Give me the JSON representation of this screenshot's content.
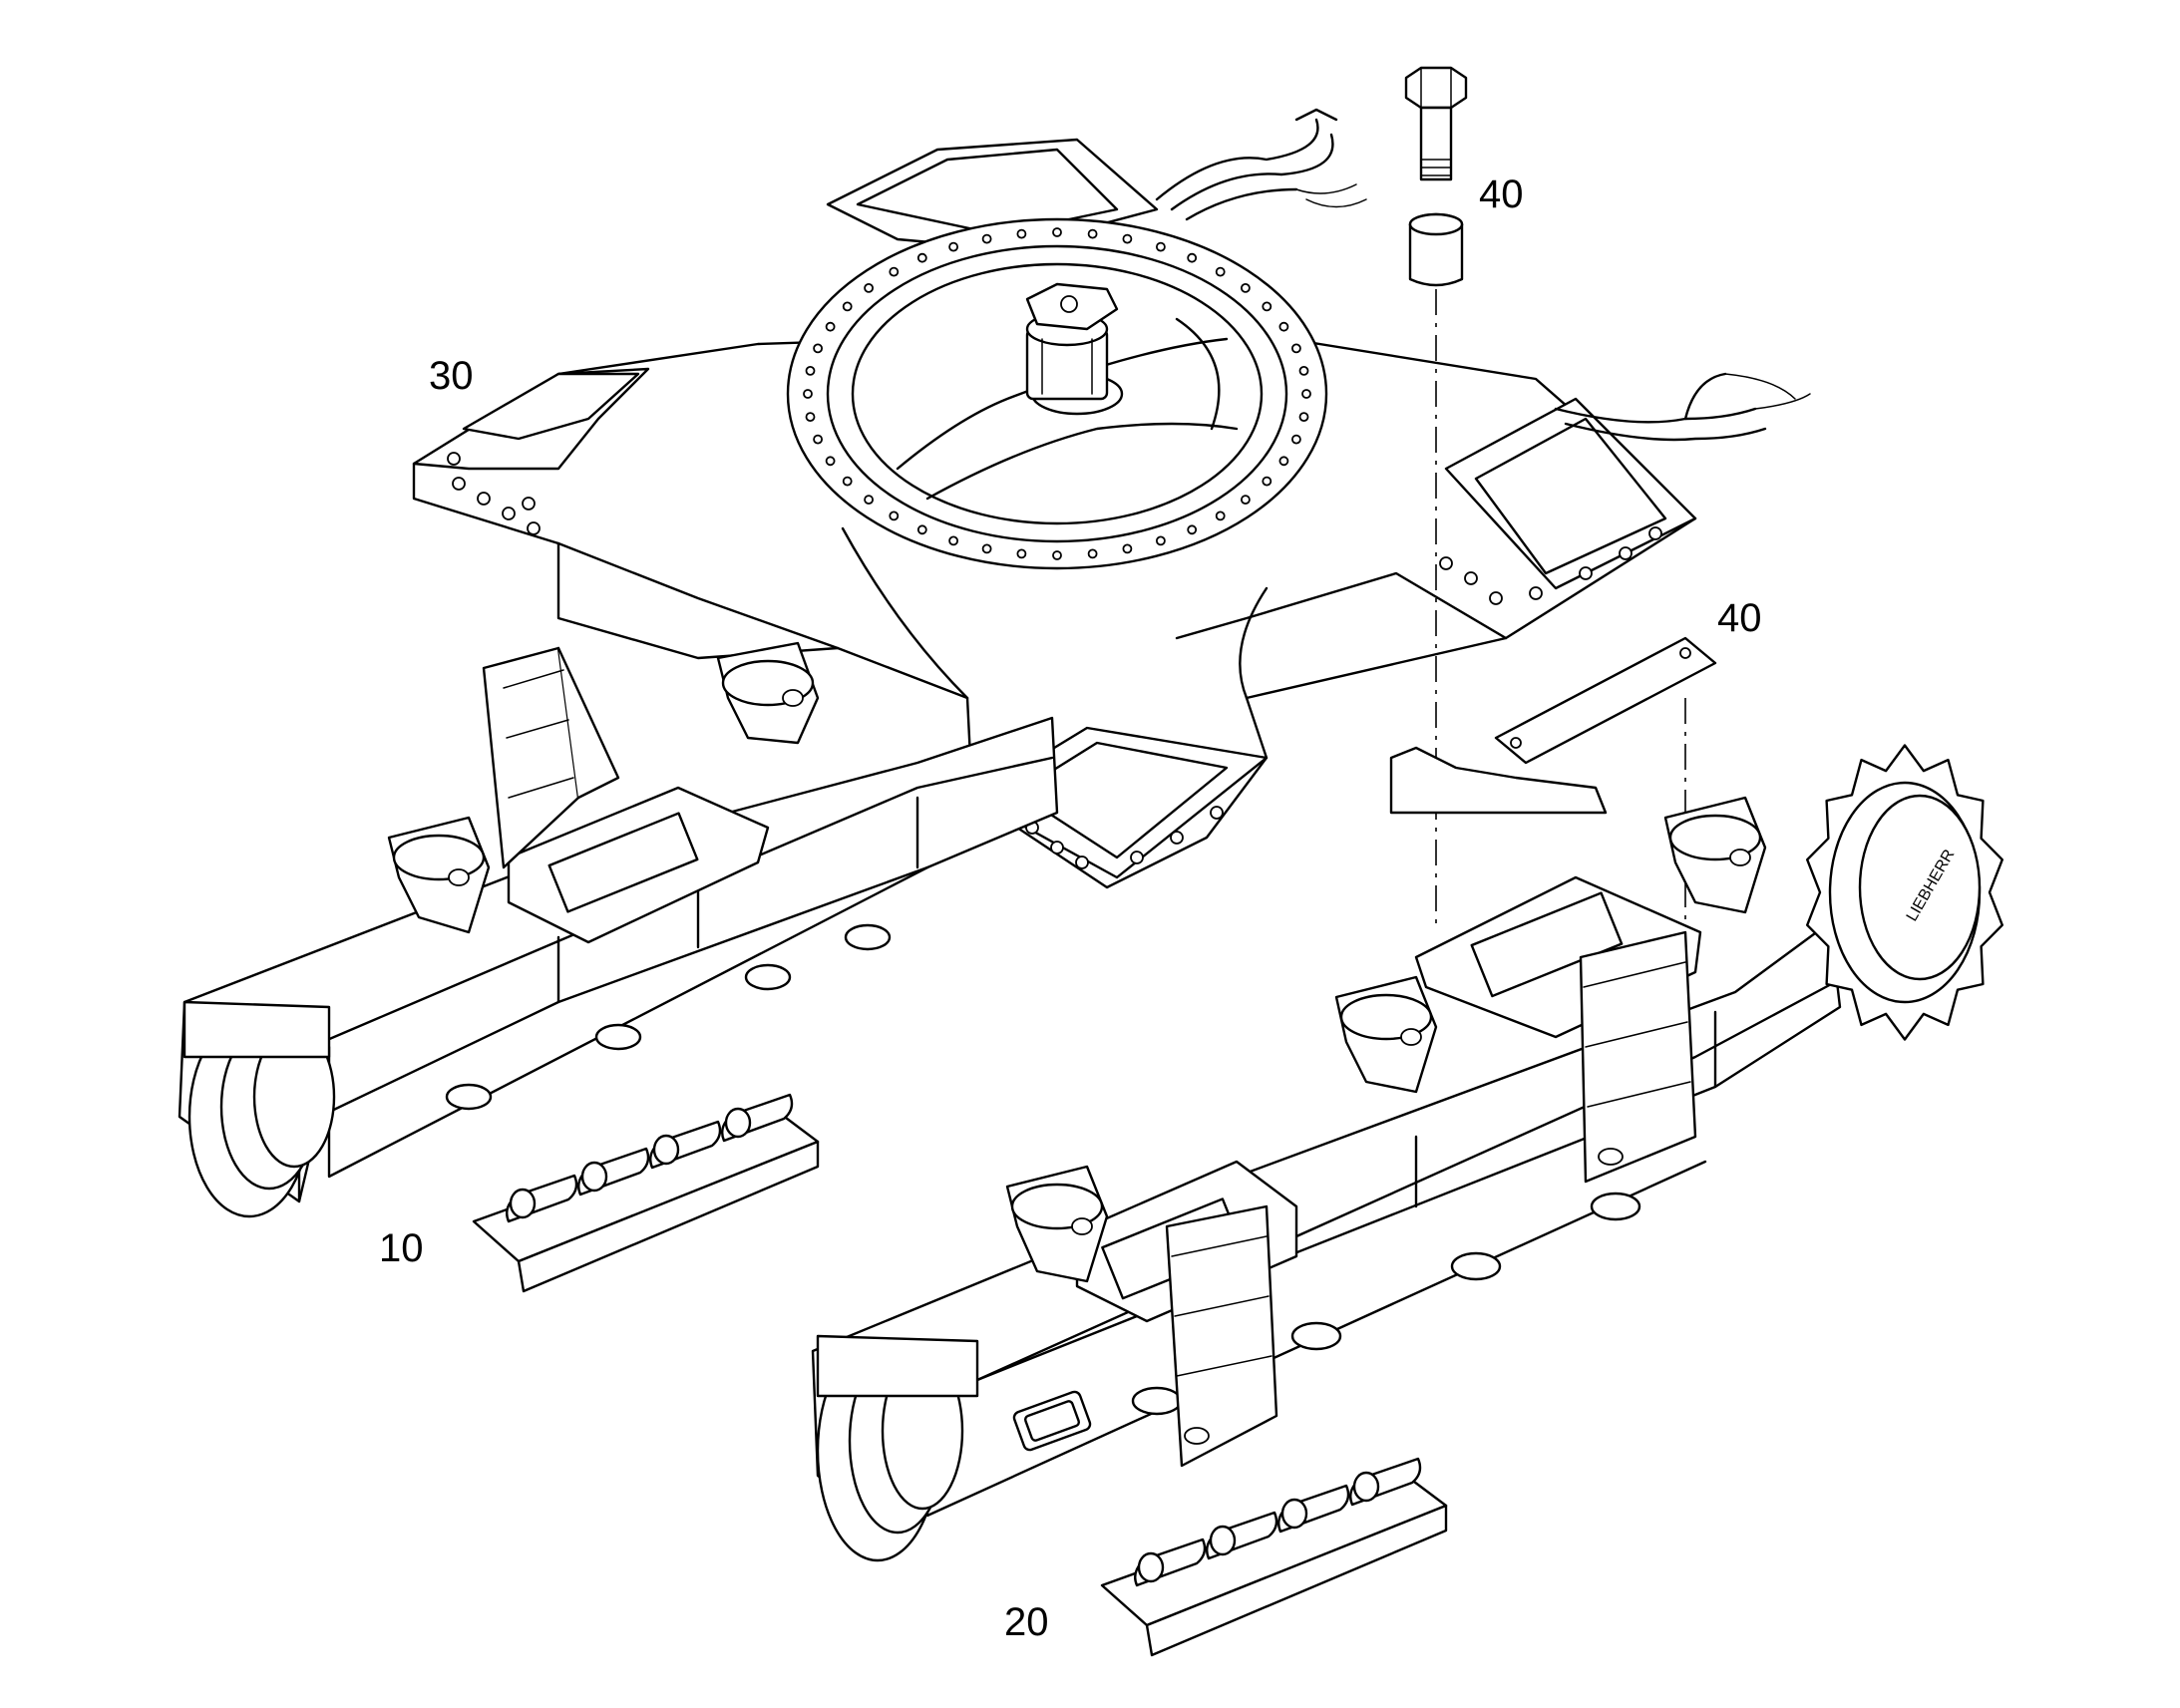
{
  "diagram": {
    "type": "exploded-parts-view",
    "callouts": {
      "frame": "30",
      "fastener_top": "40",
      "fastener_right": "40",
      "chain_left": "10",
      "chain_right": "20"
    },
    "sprocket_brand": "LIEBHERR"
  }
}
